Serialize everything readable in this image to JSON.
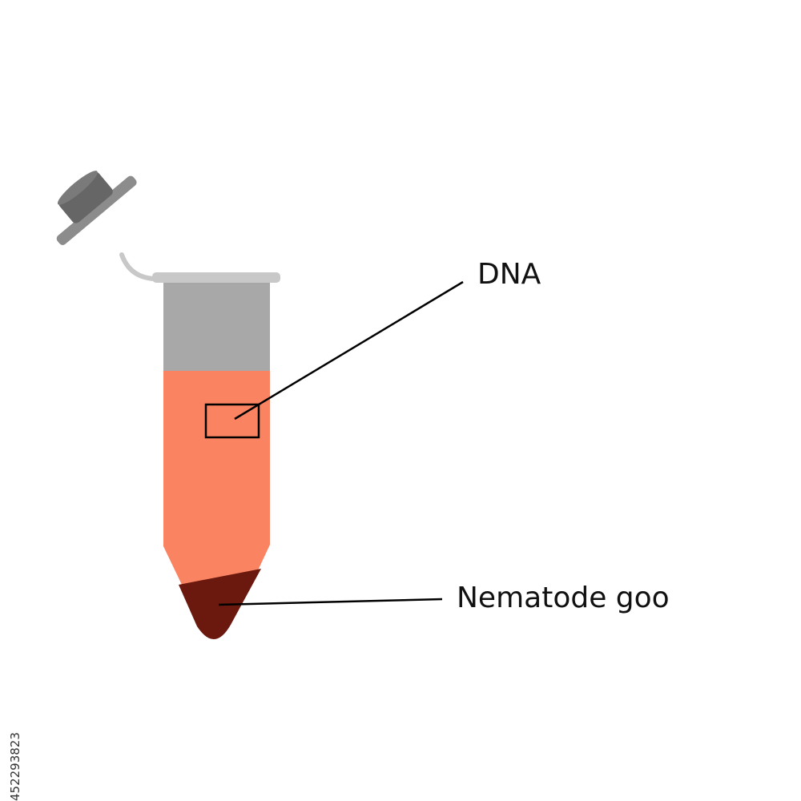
{
  "labels": {
    "dna": "DNA",
    "nematode_goo": "Nematode goo"
  },
  "stock_id": "452293823",
  "colors": {
    "tube_gray": "#a8a8a8",
    "rim_gray": "#c8c8c8",
    "cap_dark": "#666666",
    "cap_light": "#8c8c8c",
    "liquid": "#fa8461",
    "pellet": "#6b190e",
    "leader_line": "#000000"
  }
}
